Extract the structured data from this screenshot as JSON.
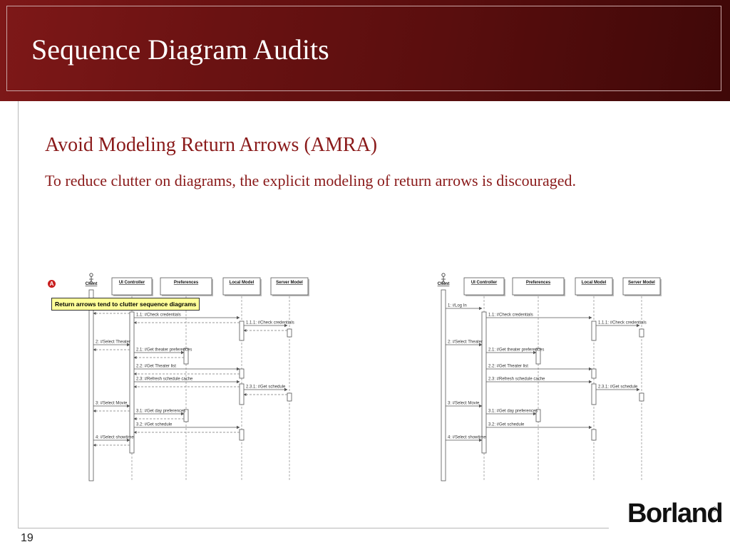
{
  "slide": {
    "title": "Sequence Diagram Audits",
    "subtitle": "Avoid Modeling Return Arrows (AMRA)",
    "body": "To reduce clutter on diagrams, the explicit modeling of return arrows is discouraged.",
    "slide_number": "19",
    "logo_text": "Borland",
    "logo_mark": "®"
  },
  "colors": {
    "header": "#6a1212",
    "text_accent": "#8a1a1a",
    "note_fill": "#ffff99",
    "badge": "#c81e1e"
  },
  "diagrams": {
    "actor_label": "Client",
    "objects": [
      "UI Controller",
      "Preferences",
      "Local Model",
      "Server Model"
    ],
    "messages": [
      {
        "label": "1: #Log In",
        "from": 0,
        "to": 1
      },
      {
        "label": "1.1: #Check credentials",
        "from": 1,
        "to": 3
      },
      {
        "label": "1.1.1: #Check credentials",
        "from": 3,
        "to": 4
      },
      {
        "label": "2: #Select Theater",
        "from": 0,
        "to": 1
      },
      {
        "label": "2.1: #Get theater preferences",
        "from": 1,
        "to": 2
      },
      {
        "label": "2.2: #Get Theater list",
        "from": 1,
        "to": 3
      },
      {
        "label": "2.3: #Refresh schedule cache",
        "from": 1,
        "to": 3
      },
      {
        "label": "2.3.1: #Get schedule",
        "from": 3,
        "to": 4
      },
      {
        "label": "3: #Select Movie",
        "from": 0,
        "to": 1
      },
      {
        "label": "3.1: #Get day preferences",
        "from": 1,
        "to": 2
      },
      {
        "label": "3.2: #Get schedule",
        "from": 1,
        "to": 3
      },
      {
        "label": "4: #Select showtime",
        "from": 0,
        "to": 1
      }
    ],
    "left": {
      "badge": "A",
      "note": "Return arrows tend to clutter sequence diagrams"
    }
  }
}
